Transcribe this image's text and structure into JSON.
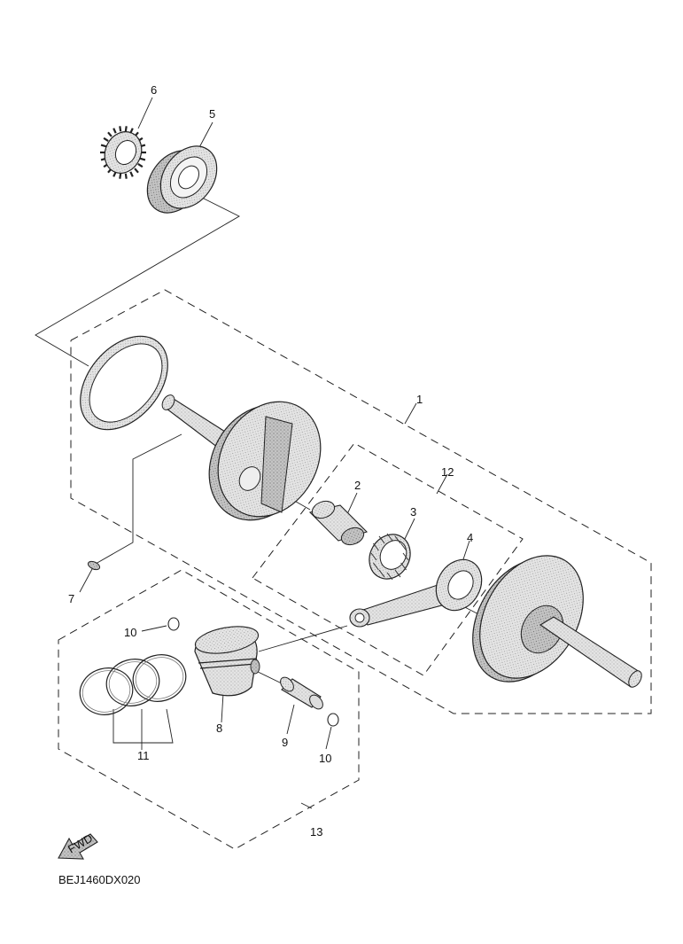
{
  "diagram": {
    "drawing_code": "BEJ1460DX020",
    "fwd_label": "FWD",
    "callouts": [
      {
        "id": "c1",
        "label": "1"
      },
      {
        "id": "c2",
        "label": "2"
      },
      {
        "id": "c3",
        "label": "3"
      },
      {
        "id": "c4",
        "label": "4"
      },
      {
        "id": "c5",
        "label": "5"
      },
      {
        "id": "c6",
        "label": "6"
      },
      {
        "id": "c7",
        "label": "7"
      },
      {
        "id": "c8",
        "label": "8"
      },
      {
        "id": "c9",
        "label": "9"
      },
      {
        "id": "c10a",
        "label": "10"
      },
      {
        "id": "c10b",
        "label": "10"
      },
      {
        "id": "c11",
        "label": "11"
      },
      {
        "id": "c12",
        "label": "12"
      },
      {
        "id": "c13",
        "label": "13"
      }
    ]
  }
}
